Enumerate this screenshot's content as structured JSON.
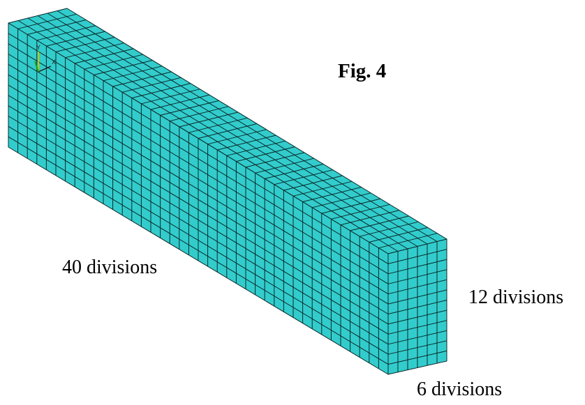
{
  "figure": {
    "title": "Fig. 4"
  },
  "mesh": {
    "length_divisions": 40,
    "height_divisions": 12,
    "width_divisions": 6,
    "face_color": "#33cccc",
    "line_color": "#0a2a2a"
  },
  "labels": {
    "length": "40 divisions",
    "height": "12 divisions",
    "width": "6 divisions"
  },
  "triad": {
    "x_label": "X",
    "y_label": "Y",
    "z_label": "Z"
  }
}
